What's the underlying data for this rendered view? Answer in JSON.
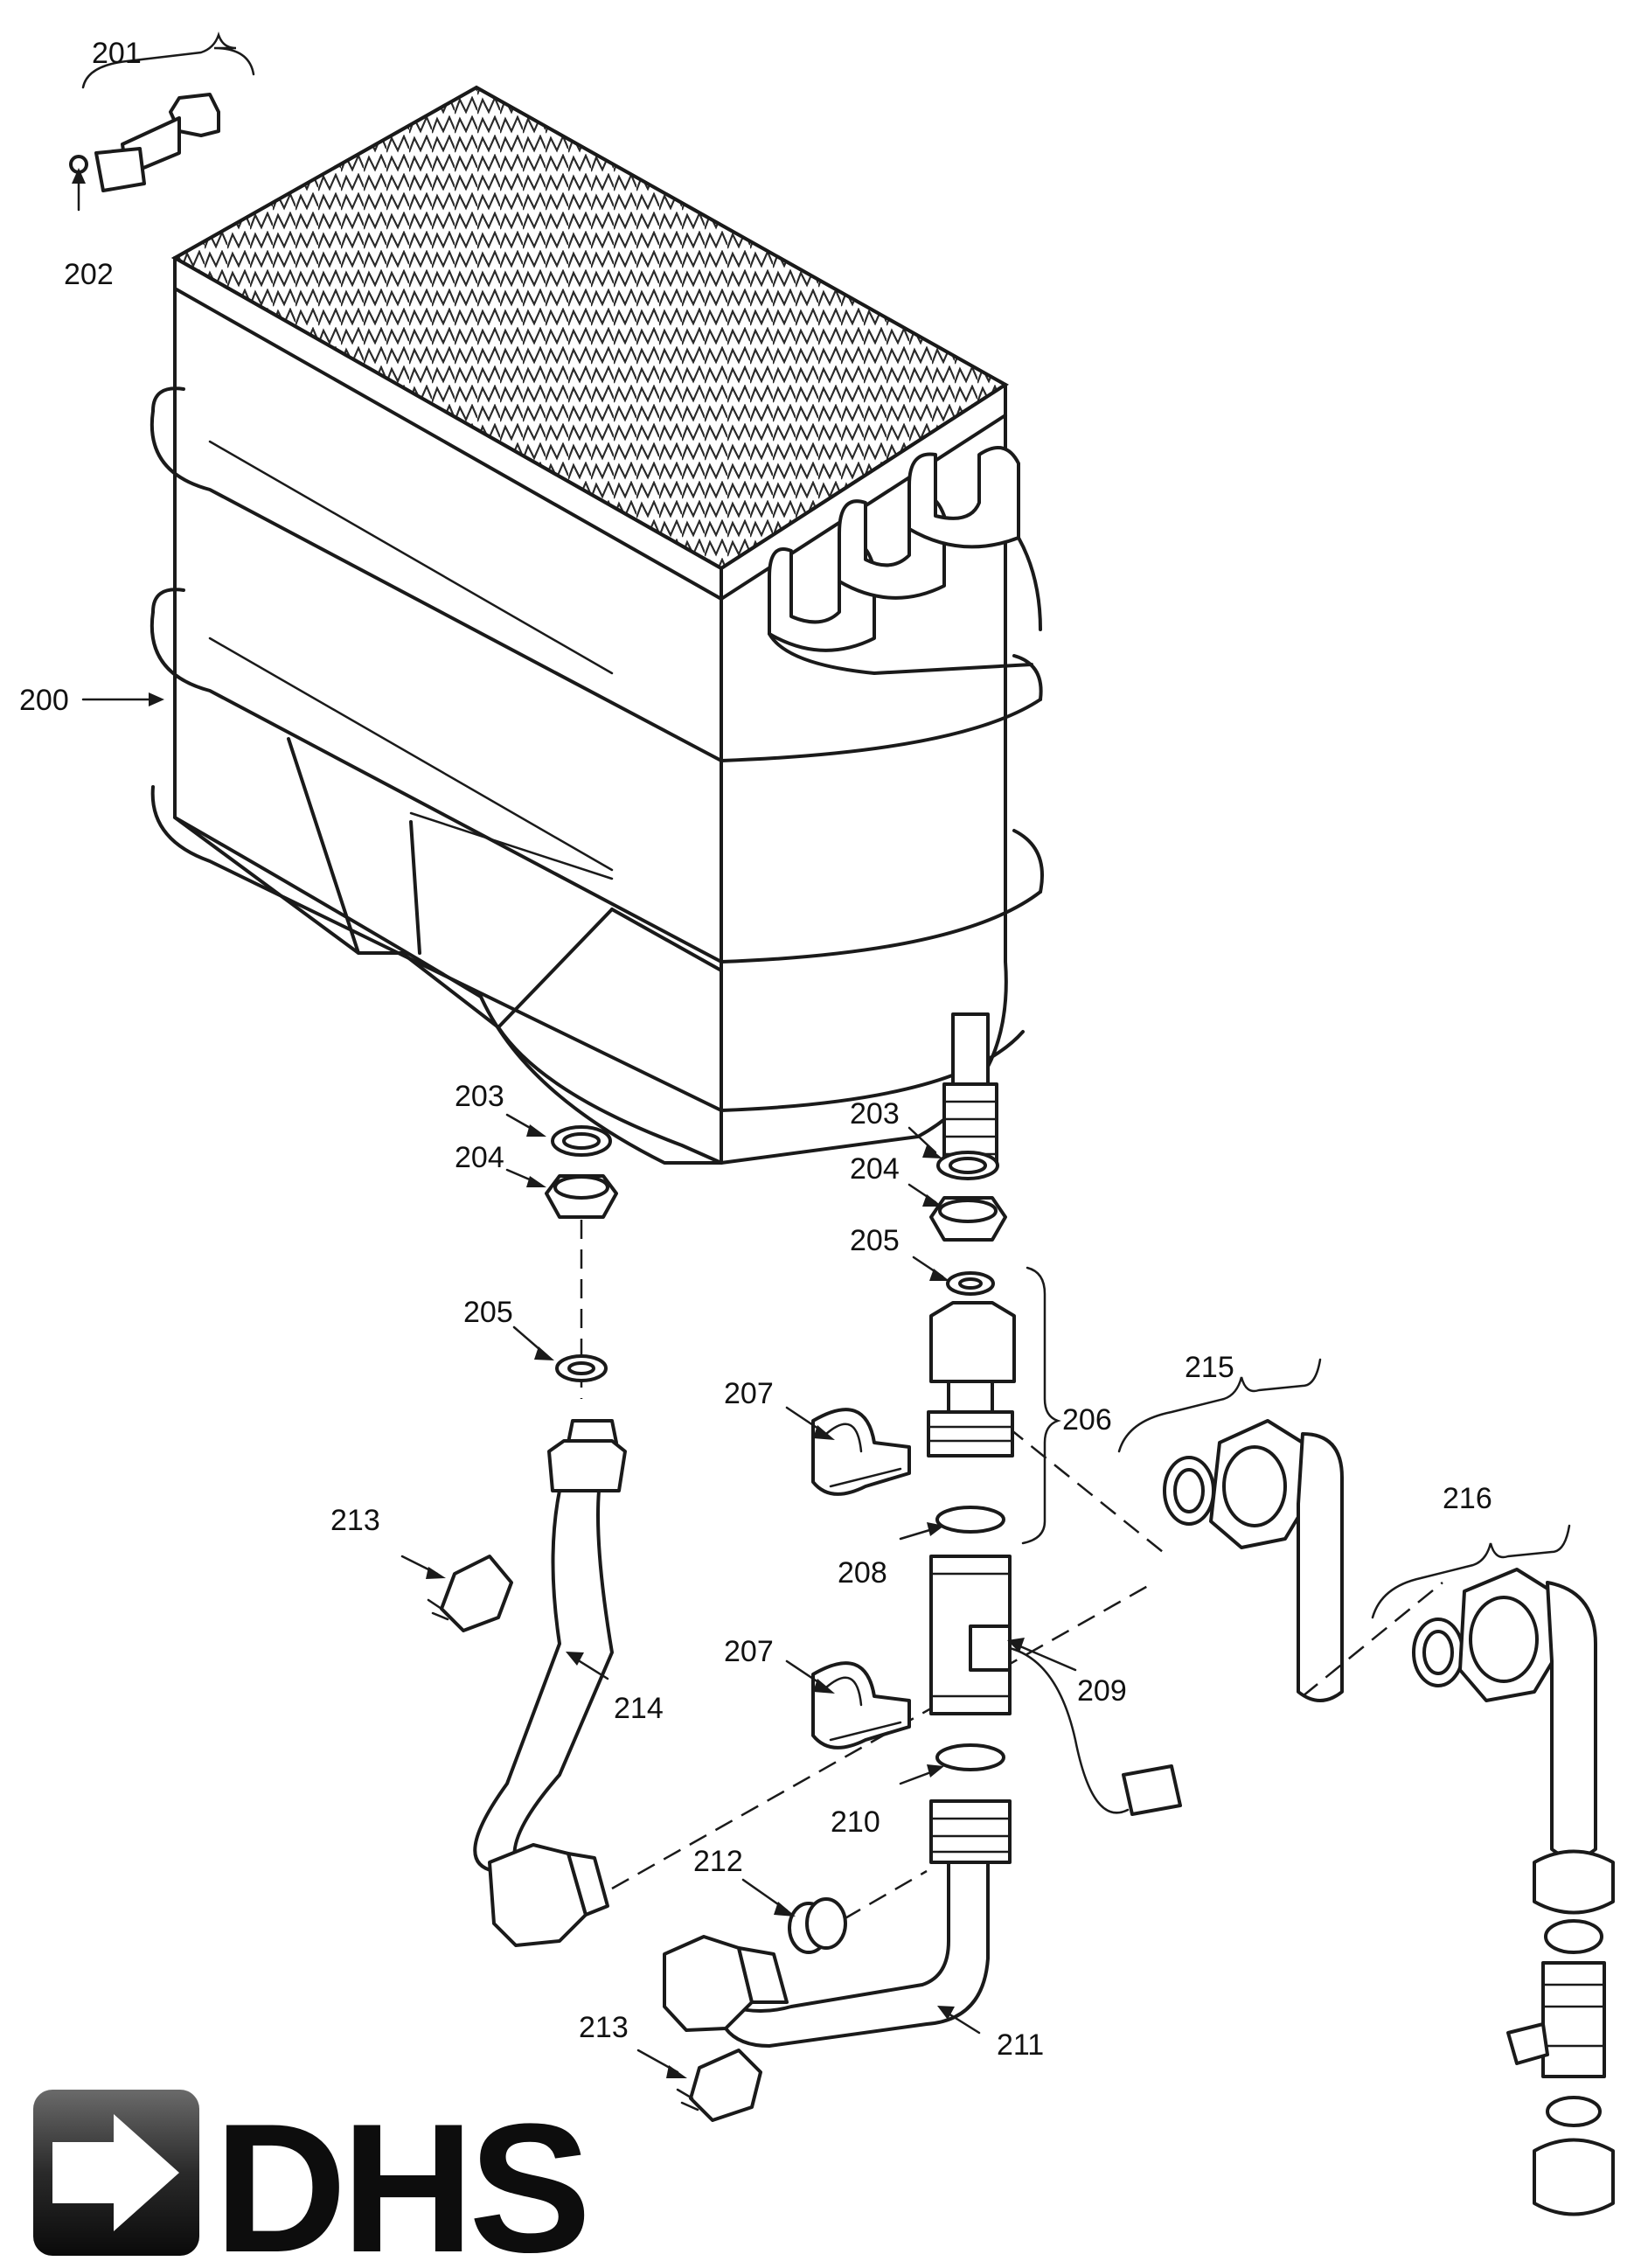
{
  "labels": {
    "l200": "200",
    "l201": "201",
    "l202": "202",
    "l203a": "203",
    "l203b": "203",
    "l204a": "204",
    "l204b": "204",
    "l205a": "205",
    "l205b": "205",
    "l206": "206",
    "l207a": "207",
    "l207b": "207",
    "l208": "208",
    "l209": "209",
    "l210": "210",
    "l211": "211",
    "l212": "212",
    "l213a": "213",
    "l213b": "213",
    "l214": "214",
    "l215": "215",
    "l216": "216"
  },
  "logo": {
    "text": "DHS",
    "primary_color": "#0d0d0d"
  }
}
